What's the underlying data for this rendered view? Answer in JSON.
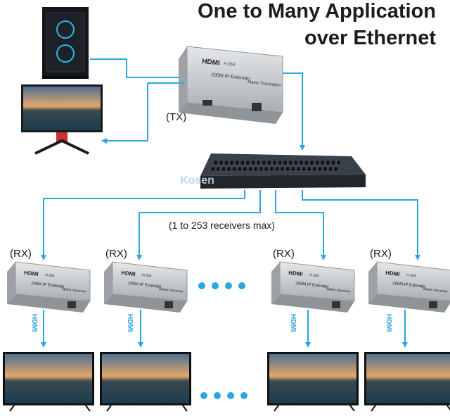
{
  "title_line1": "One to Many Application",
  "title_line2": "over Ethernet",
  "tx_label": "(TX)",
  "receivers_note": "(1 to 253 receivers max)",
  "watermark": "Kosen",
  "transmitter": {
    "brand": "HDMI",
    "codec": "H.264",
    "model": "200M IP Extender",
    "role": "Matrix Transmitter"
  },
  "receiver": {
    "brand": "HDMI",
    "codec": "H.264",
    "model": "200M IP Extender",
    "role": "Matrix Receiver",
    "label": "(RX)",
    "cable_label": "HDMI"
  },
  "receiver_count_shown": 4,
  "colors": {
    "arrow": "#2aa6e0",
    "title": "#1c1c1c",
    "device_silver": "#c9ccd0",
    "switch_dark": "#2b3036"
  },
  "icons": [
    "pc-tower-icon",
    "monitor-icon",
    "network-switch-icon",
    "tv-icon",
    "ellipsis-dots-icon"
  ]
}
